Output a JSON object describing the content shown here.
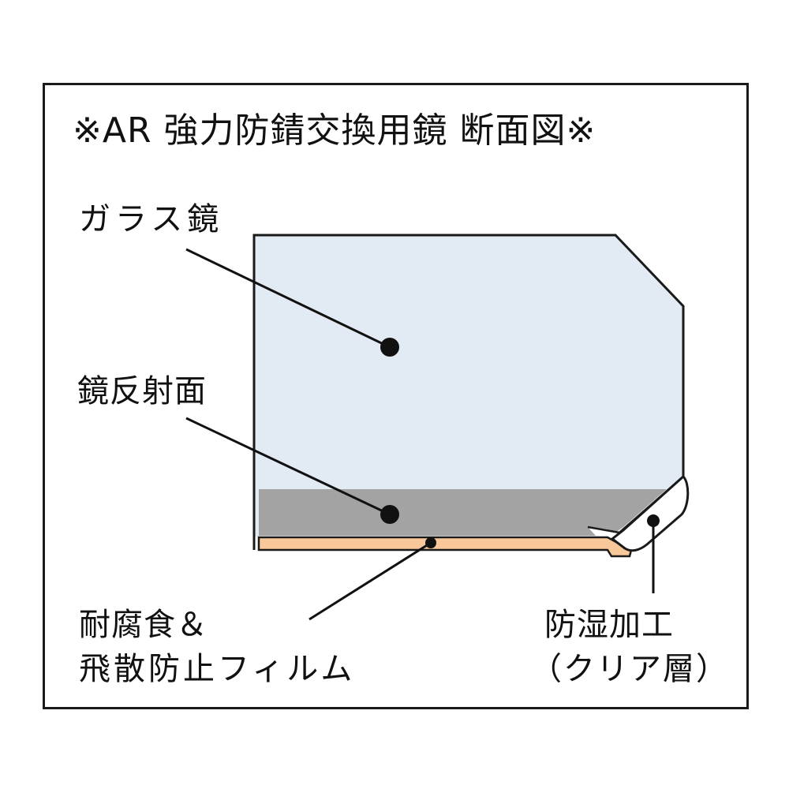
{
  "title": "※AR 強力防錆交換用鏡 断面図※",
  "labels": {
    "glass": "ガラス鏡",
    "reflective_surface": "鏡反射面",
    "film_line1": "耐腐食＆",
    "film_line2": "飛散防止フィルム",
    "moisture_line1": "防湿加工",
    "moisture_line2": "（クリア層）"
  },
  "colors": {
    "glass": "#e2eaf4",
    "reflective": "#a3a3a3",
    "film": "#f8c89a",
    "coating": "#ffffff",
    "outline": "#1a1a1a"
  },
  "layers": [
    {
      "name": "ガラス鏡",
      "color": "#e2eaf4"
    },
    {
      "name": "鏡反射面",
      "color": "#a3a3a3"
    },
    {
      "name": "耐腐食＆飛散防止フィルム",
      "color": "#f8c89a"
    },
    {
      "name": "防湿加工（クリア層）",
      "color": "#ffffff"
    }
  ]
}
